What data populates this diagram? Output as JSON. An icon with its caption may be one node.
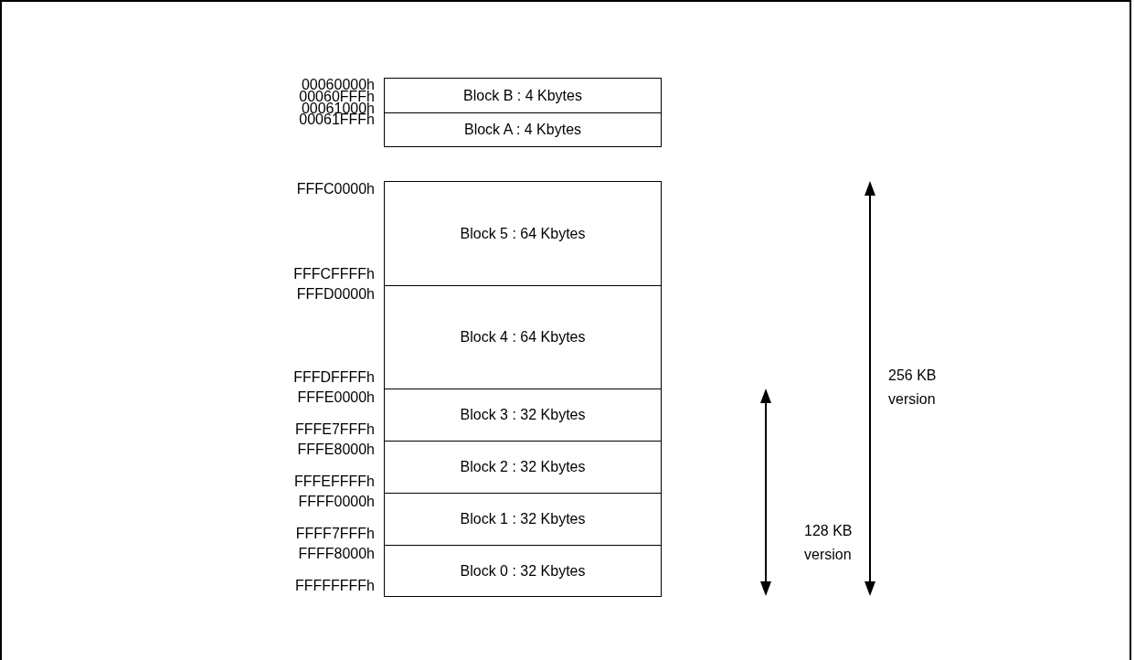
{
  "diagram": {
    "nodes": [
      {
        "text": [
          "Block B : 4 Kbytes"
        ]
      },
      {
        "text": [
          "Block A : 4 Kbytes"
        ]
      },
      {
        "text": [
          "Block 5 : 64 Kbytes"
        ]
      },
      {
        "text": [
          "Block 4 : 64 Kbytes"
        ]
      },
      {
        "text": [
          "Block 3 : 32 Kbytes"
        ]
      },
      {
        "text": [
          "Block 2 : 32 Kbytes"
        ]
      },
      {
        "text": [
          "Block 1 : 32 Kbytes"
        ]
      },
      {
        "text": [
          "Block 0 : 32 Kbytes"
        ]
      }
    ],
    "labels": [
      "00060000h",
      "00060FFFh",
      "00061000h",
      "00061FFFh",
      "FFFC0000h",
      "FFFCFFFFh",
      "FFFD0000h",
      "FFFDFFFFh",
      "FFFE0000h",
      "FFFE7FFFh",
      "FFFE8000h",
      "FFFEFFFFh",
      "FFFF0000h",
      "FFFF7FFFh",
      "FFFF8000h",
      "FFFFFFFFh",
      "256 KB version",
      "128 KB version"
    ]
  }
}
